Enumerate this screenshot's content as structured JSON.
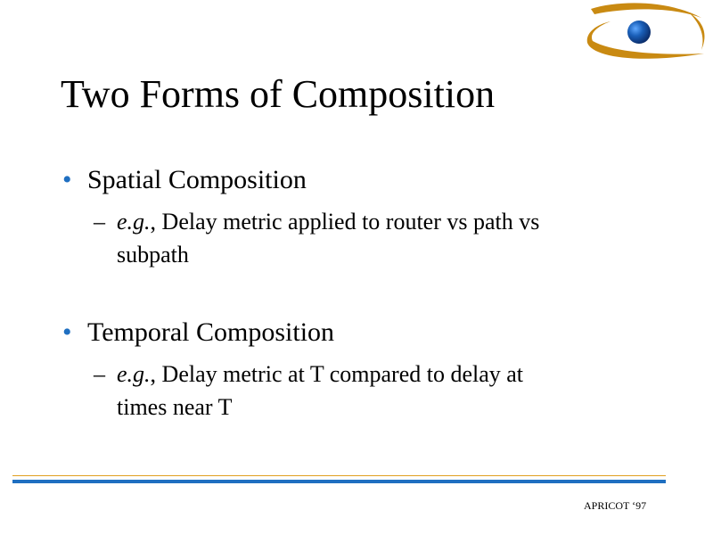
{
  "slide": {
    "title": "Two Forms of Composition",
    "bullets": [
      {
        "label": "Spatial Composition",
        "sub": {
          "prefix": "e.g.",
          "text": ", Delay metric applied to router vs path vs",
          "continuation": "subpath"
        }
      },
      {
        "label": "Temporal Composition",
        "sub": {
          "prefix": "e.g.",
          "text": ", Delay metric at T compared to delay at",
          "continuation": "times near T"
        }
      }
    ],
    "bullet_glyph": "•",
    "dash_glyph": "–",
    "footer": "APRICOT ‘97"
  },
  "colors": {
    "accent_blue": "#1f6fc1",
    "accent_gold": "#d4a017"
  },
  "icons": {
    "logo": "eye-logo-icon"
  }
}
